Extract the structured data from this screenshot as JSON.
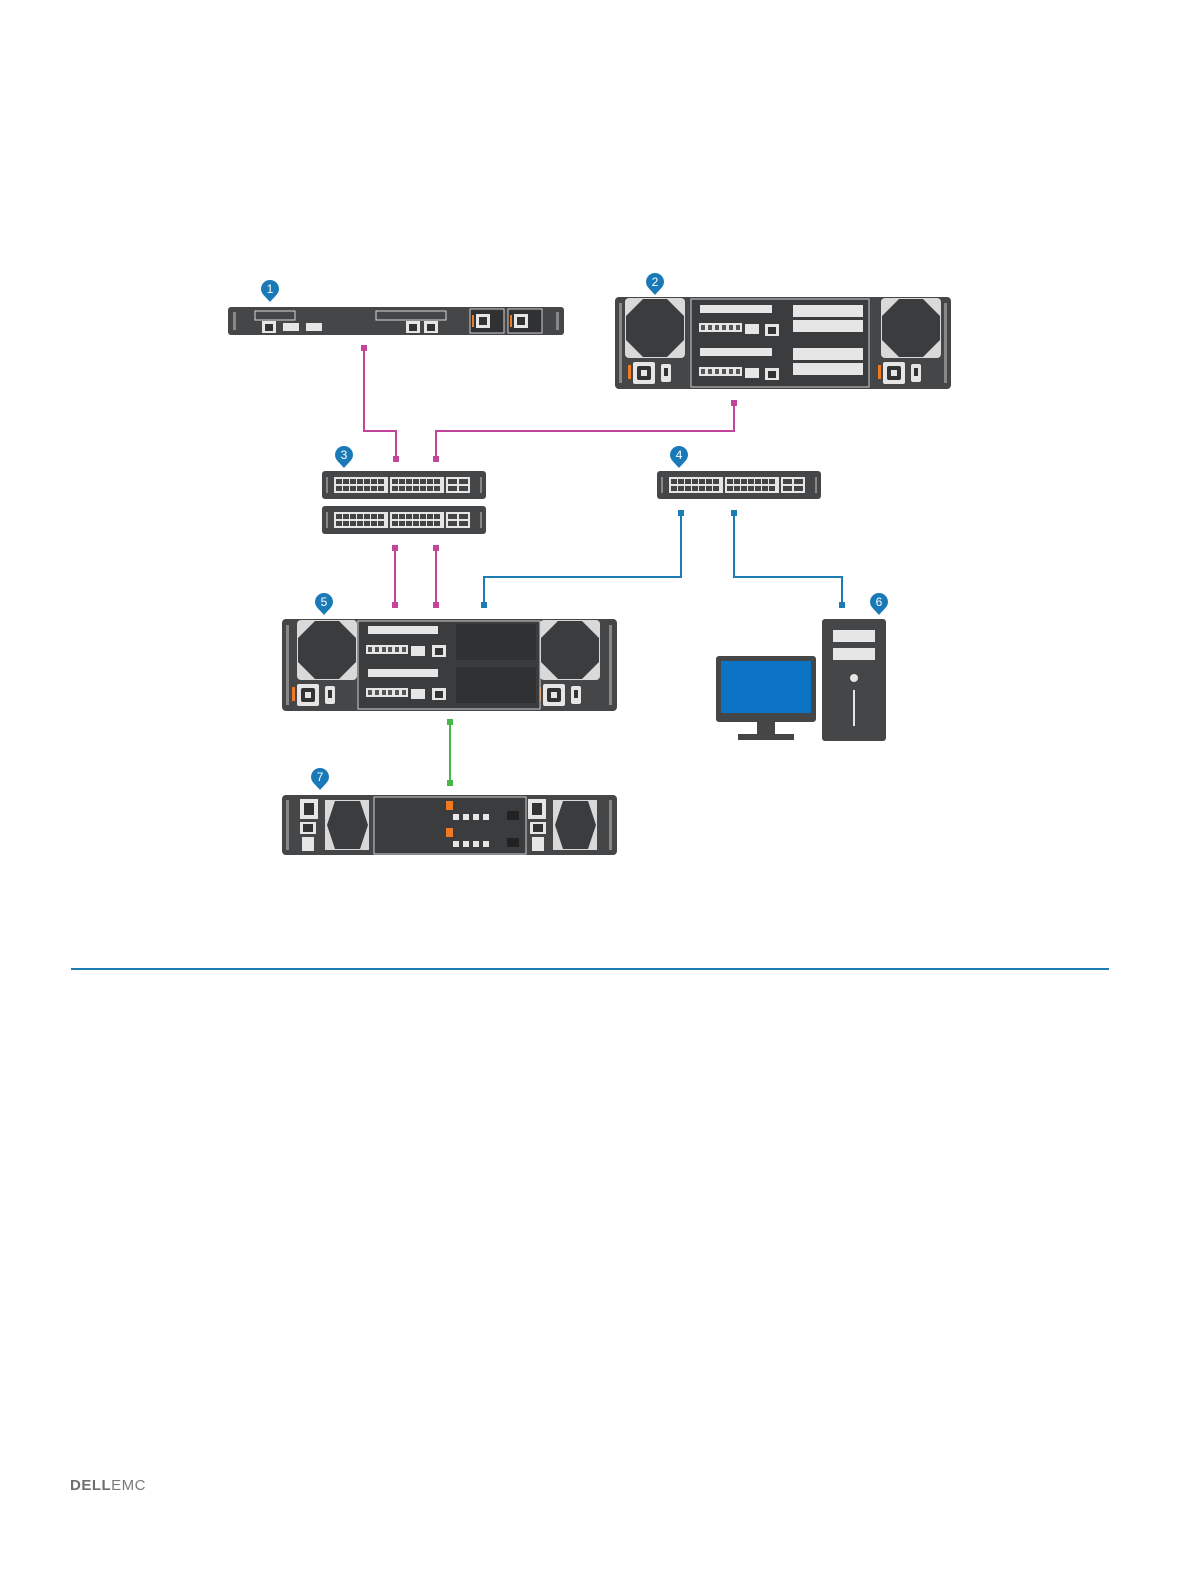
{
  "callouts": [
    "1",
    "2",
    "3",
    "4",
    "5",
    "6",
    "7"
  ],
  "footer": {
    "logo_dell": "DELL",
    "logo_emc": "EMC"
  },
  "colors": {
    "device": "#444648",
    "device_dark": "#2f3133",
    "panel": "#e6e6e6",
    "callout": "#1a7ab8",
    "cable_magenta": "#c2449b",
    "cable_blue": "#1d7cb4",
    "cable_green": "#48b747",
    "rule": "#1d7cb4",
    "screen": "#0b74c4",
    "orange": "#f07a22"
  }
}
